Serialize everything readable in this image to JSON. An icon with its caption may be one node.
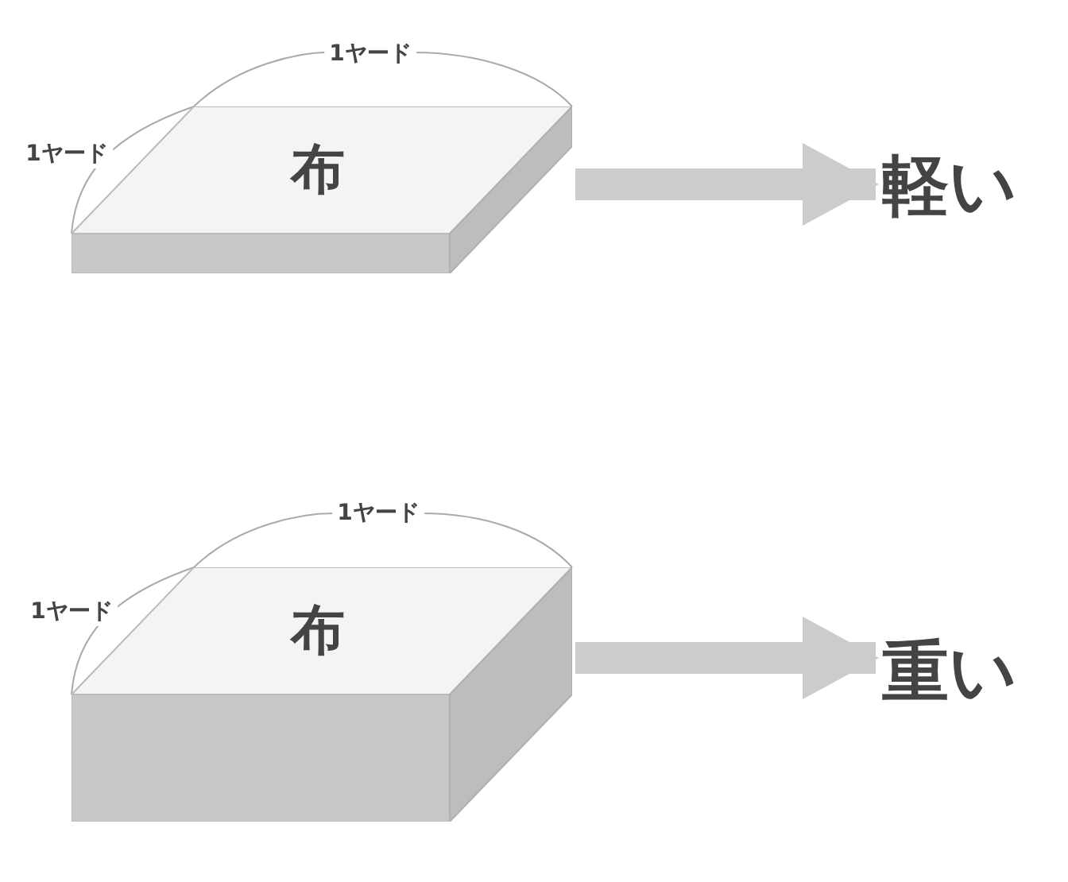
{
  "diagram": {
    "nodes": [
      {
        "text": [
          "布"
        ]
      },
      {
        "text": [
          "軽い"
        ]
      },
      {
        "text": [
          "布"
        ]
      },
      {
        "text": [
          "重い"
        ]
      }
    ],
    "edges": [
      {
        "from": 0,
        "to": 1,
        "arrow": "to"
      },
      {
        "from": 2,
        "to": 3,
        "arrow": "to"
      }
    ],
    "labels": [
      "1ヤード",
      "1ヤード",
      "1ヤード",
      "1ヤード"
    ]
  }
}
